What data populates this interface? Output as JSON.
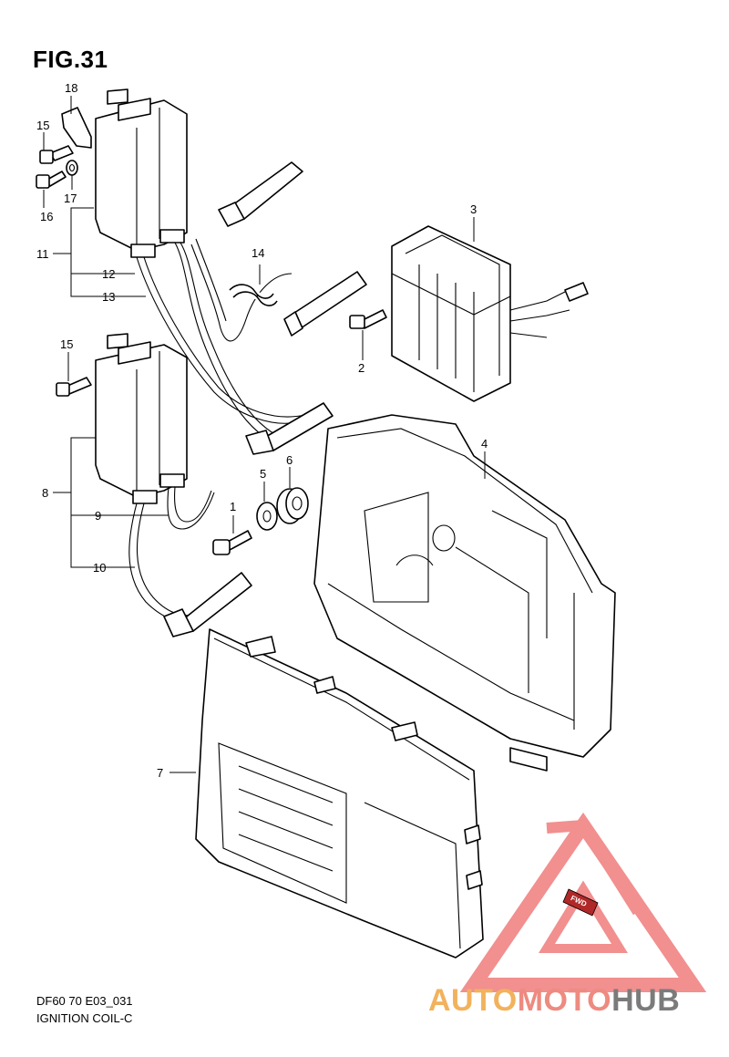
{
  "figure": {
    "title": "FIG.31",
    "code": "DF60 70 E03_031",
    "caption": "IGNITION COIL-C"
  },
  "callouts": {
    "c1": "1",
    "c2": "2",
    "c3": "3",
    "c4": "4",
    "c5": "5",
    "c6": "6",
    "c7": "7",
    "c8": "8",
    "c9": "9",
    "c10": "10",
    "c11": "11",
    "c12": "12",
    "c13": "13",
    "c14": "14",
    "c15a": "15",
    "c15b": "15",
    "c16": "16",
    "c17": "17",
    "c18": "18"
  },
  "watermark": {
    "part1": "AUTO",
    "part2": "MOTO",
    "part3": "HUB",
    "badge": "FWD",
    "colors": {
      "auto": "#f2b25c",
      "moto": "#ee8a80",
      "hub": "#7b7b7b",
      "triangle": "#ee6a6a"
    }
  }
}
